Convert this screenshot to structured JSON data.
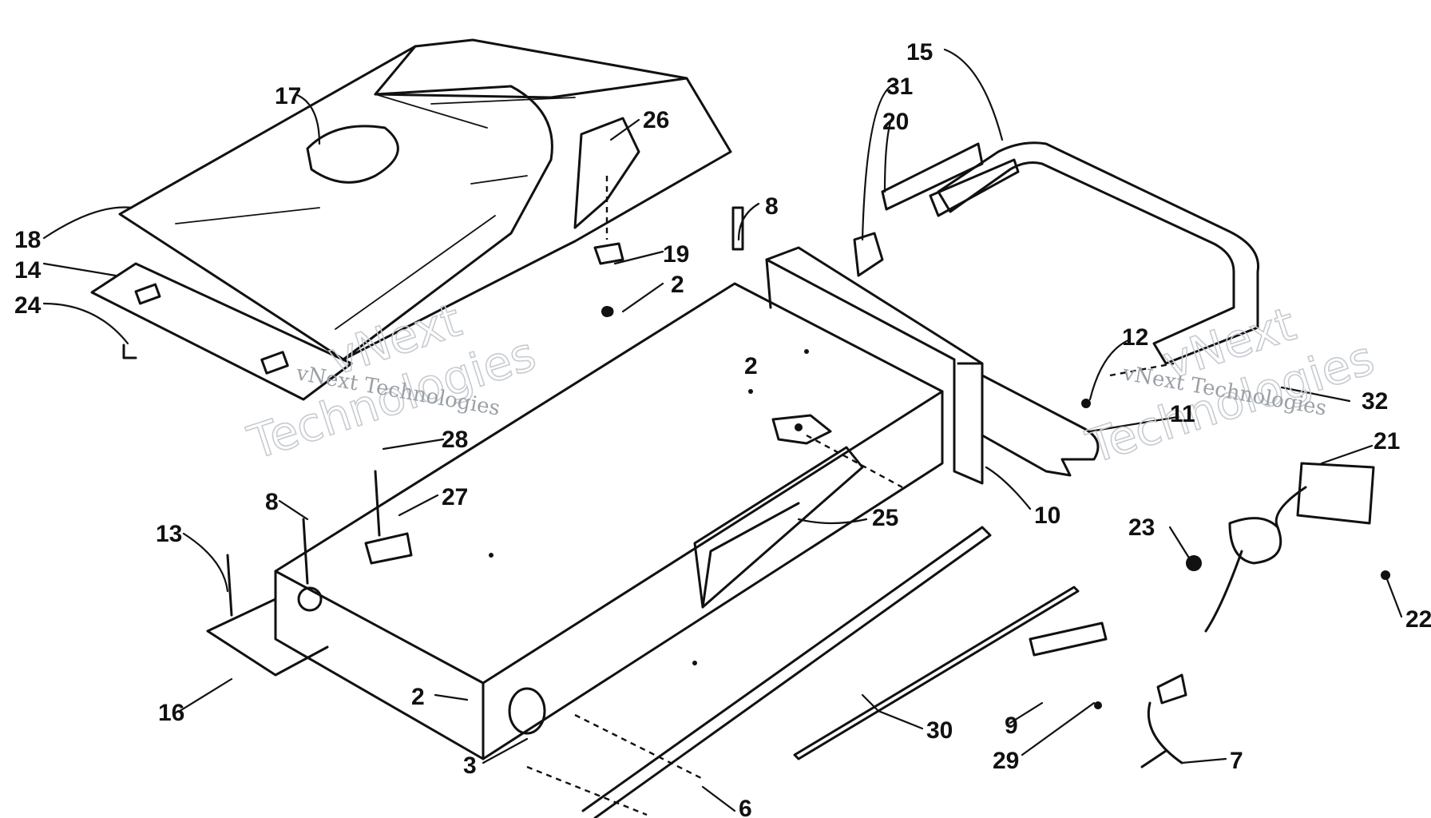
{
  "watermark": {
    "left_small": "vNext Technologies",
    "left_big_1": "vNext",
    "left_big_2": "Technologies",
    "right_small": "vNext Technologies",
    "right_big_1": "vNext",
    "right_big_2": "Technologies"
  },
  "callouts": {
    "c17": "17",
    "c26": "26",
    "c15": "15",
    "c31": "31",
    "c20": "20",
    "c18": "18",
    "c14": "14",
    "c24": "24",
    "c8a": "8",
    "c19": "19",
    "c2a": "2",
    "c12": "12",
    "c2b": "2",
    "c32": "32",
    "c11": "11",
    "c21": "21",
    "c28": "28",
    "c10": "10",
    "c25": "25",
    "c27": "27",
    "c8b": "8",
    "c23": "23",
    "c13": "13",
    "c22": "22",
    "c16": "16",
    "c2c": "2",
    "c30": "30",
    "c9": "9",
    "c3": "3",
    "c29": "29",
    "c7": "7",
    "c6": "6"
  }
}
